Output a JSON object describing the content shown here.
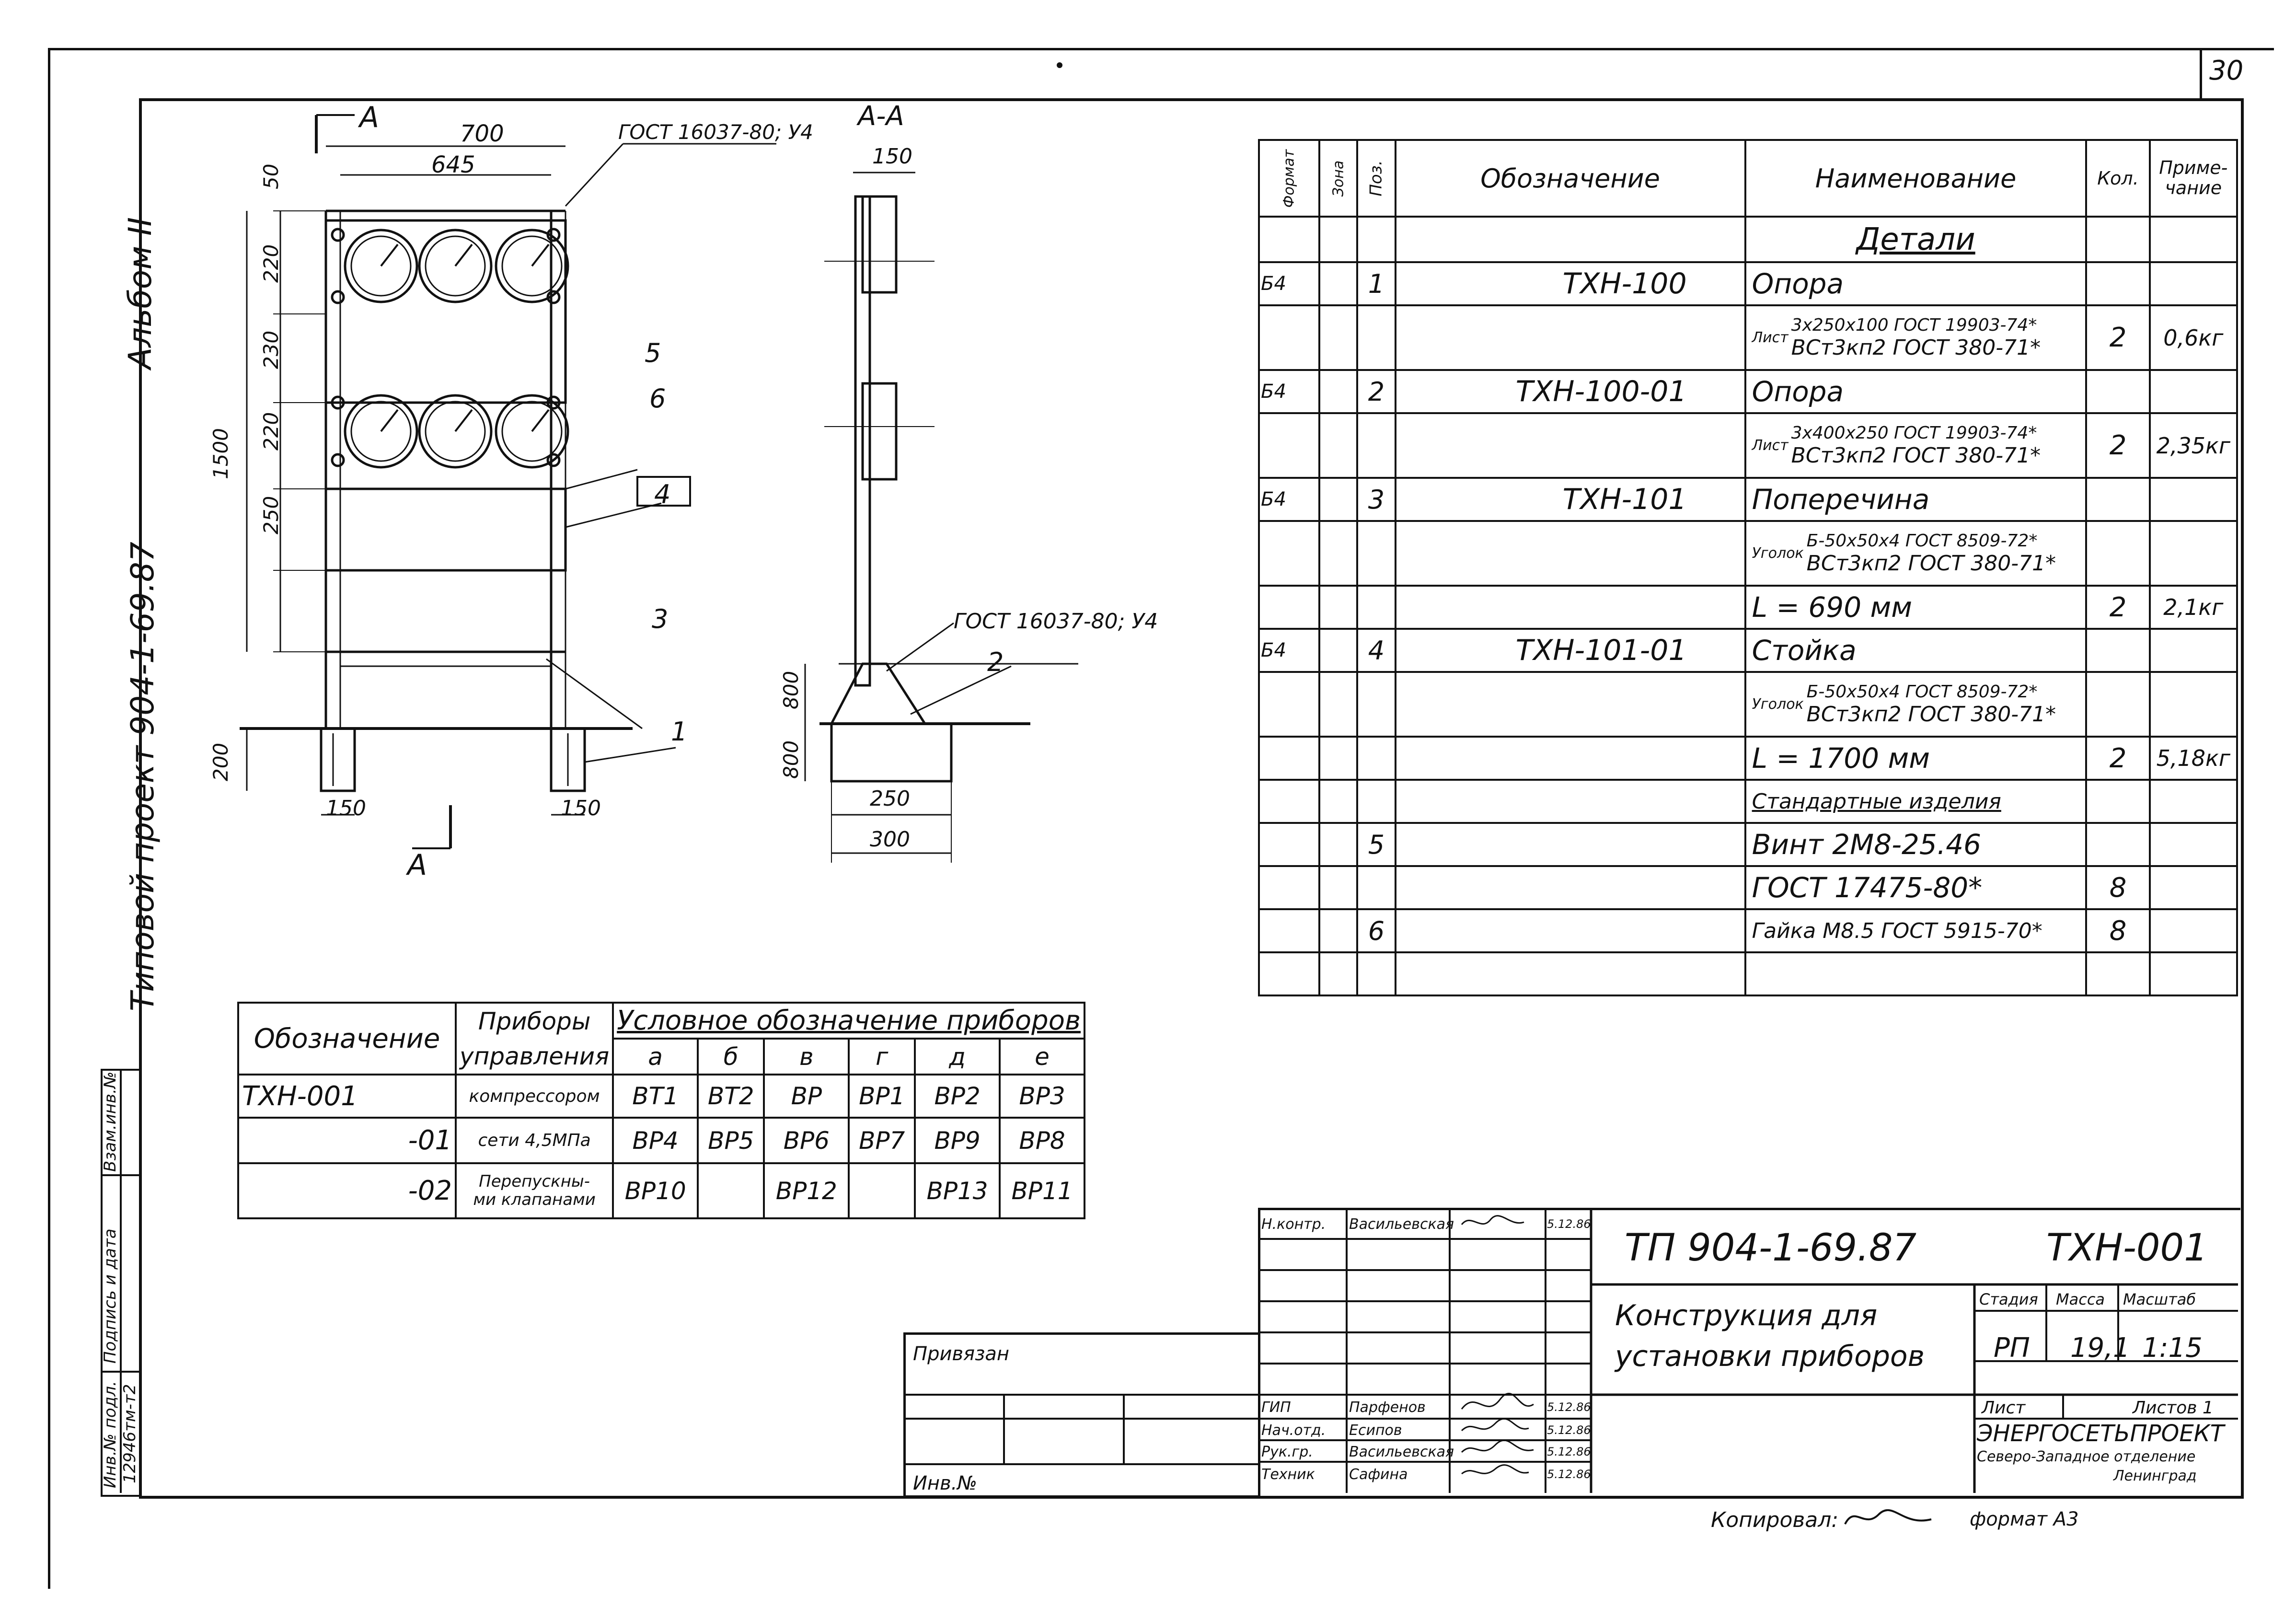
{
  "sheet": {
    "page_number": "30",
    "album": "Альбом II",
    "project": "Типовой проект  904-1-69.87"
  },
  "left_strip": {
    "inv_podl_label": "Инв.№ подл.",
    "inv_podl_value": "12946тм-т2",
    "podpis_label": "Подпись и дата",
    "vzam_label": "Взам.инв.№"
  },
  "front_view": {
    "section_mark": "А",
    "dims": {
      "top_width": "700",
      "inner_width": "645",
      "d50": "50",
      "d220a": "220",
      "d230": "230",
      "d220b": "220",
      "d250": "250",
      "d1500": "1500",
      "d200": "200",
      "foot_left": "150",
      "foot_right": "150"
    },
    "weld_note": "ГОСТ 16037-80; У4",
    "callouts": [
      "5",
      "6",
      "4",
      "3",
      "1"
    ]
  },
  "side_view": {
    "title": "А-А",
    "dim_top": "150",
    "weld_note": "ГОСТ 16037-80; У4",
    "callout": "2",
    "d800a": "800",
    "d800b": "800",
    "d250": "250",
    "d300": "300"
  },
  "conditional_table": {
    "col1": "Обозначение",
    "col2a": "Приборы",
    "col2b": "управления",
    "group_header": "Условное обозначение приборов",
    "letters": [
      "а",
      "б",
      "в",
      "г",
      "д",
      "е"
    ],
    "rows": [
      {
        "code": "ТХН-001",
        "device": "компрессором",
        "vals": [
          "ВТ1",
          "ВТ2",
          "ВР",
          "ВР1",
          "ВР2",
          "ВР3"
        ]
      },
      {
        "code": "-01",
        "device": "сети 4,5МПа",
        "vals": [
          "ВР4",
          "ВР5",
          "ВР6",
          "ВР7",
          "ВР9",
          "ВР8"
        ]
      },
      {
        "code": "-02",
        "device": "Перепускны-ми клапанами",
        "device_a": "Перепускны-",
        "device_b": "ми клапанами",
        "vals": [
          "ВР10",
          "",
          "ВР12",
          "",
          "ВР13",
          "ВР11"
        ]
      }
    ]
  },
  "spec_table": {
    "headers": {
      "format": "Формат",
      "zone": "Зона",
      "pos": "Поз.",
      "designation": "Обозначение",
      "name": "Наименование",
      "qty": "Кол.",
      "note_a": "Приме-",
      "note_b": "чание"
    },
    "section_details": "Детали",
    "section_standard": "Стандартные изделия",
    "rows": [
      {
        "fmt": "Б4",
        "pos": "1",
        "des": "ТХН-100",
        "name": "Опора",
        "qty": "",
        "note": ""
      },
      {
        "fmt": "",
        "pos": "",
        "des": "",
        "name_prefix": "Лист",
        "name_a": "3х250х100 ГОСТ 19903-74*",
        "name_b": "ВСт3кп2 ГОСТ 380-71*",
        "qty": "2",
        "note": "0,6кг"
      },
      {
        "fmt": "Б4",
        "pos": "2",
        "des": "ТХН-100-01",
        "name": "Опора",
        "qty": "",
        "note": ""
      },
      {
        "fmt": "",
        "pos": "",
        "des": "",
        "name_prefix": "Лист",
        "name_a": "3х400х250 ГОСТ 19903-74*",
        "name_b": "ВСт3кп2 ГОСТ 380-71*",
        "qty": "2",
        "note": "2,35кг"
      },
      {
        "fmt": "Б4",
        "pos": "3",
        "des": "ТХН-101",
        "name": "Поперечина",
        "qty": "",
        "note": ""
      },
      {
        "fmt": "",
        "pos": "",
        "des": "",
        "name_prefix": "Уголок",
        "name_a": "Б-50х50х4 ГОСТ 8509-72*",
        "name_b": "ВСт3кп2 ГОСТ 380-71*",
        "qty": "",
        "note": ""
      },
      {
        "fmt": "",
        "pos": "",
        "des": "",
        "name": "L = 690 мм",
        "qty": "2",
        "note": "2,1кг"
      },
      {
        "fmt": "Б4",
        "pos": "4",
        "des": "ТХН-101-01",
        "name": "Стойка",
        "qty": "",
        "note": ""
      },
      {
        "fmt": "",
        "pos": "",
        "des": "",
        "name_prefix": "Уголок",
        "name_a": "Б-50х50х4 ГОСТ 8509-72*",
        "name_b": "ВСт3кп2 ГОСТ 380-71*",
        "qty": "",
        "note": ""
      },
      {
        "fmt": "",
        "pos": "",
        "des": "",
        "name": "L = 1700 мм",
        "qty": "2",
        "note": "5,18кг"
      },
      {
        "fmt": "",
        "pos": "",
        "des": "",
        "name": "Стандартные изделия",
        "qty": "",
        "note": "",
        "underline": true
      },
      {
        "fmt": "",
        "pos": "5",
        "des": "",
        "name": "Винт 2М8-25.46",
        "qty": "",
        "note": ""
      },
      {
        "fmt": "",
        "pos": "",
        "des": "",
        "name": "ГОСТ 17475-80*",
        "qty": "8",
        "note": ""
      },
      {
        "fmt": "",
        "pos": "6",
        "des": "",
        "name": "Гайка М8.5 ГОСТ 5915-70*",
        "qty": "8",
        "note": ""
      }
    ]
  },
  "title_block": {
    "doc_code": "ТП  904-1-69.87",
    "drawing_code": "ТХН-001",
    "title_a": "Конструкция для",
    "title_b": "установки приборов",
    "stage_label": "Стадия",
    "mass_label": "Масса",
    "scale_label": "Масштаб",
    "stage": "РП",
    "mass": "19,1",
    "scale": "1:15",
    "sheet_label": "Лист",
    "sheets_label": "Листов 1",
    "org_a": "ЭНЕРГОСЕТЬПРОЕКТ",
    "org_b": "Северо-Западное отделение",
    "org_c": "Ленинград",
    "privyazan": "Привязан",
    "inv_no": "Инв.№",
    "signatures": [
      {
        "role": "Н.контр.",
        "name": "Васильевская",
        "date": "5.12.86"
      },
      {
        "role": "ГИП",
        "name": "Парфенов",
        "date": "5.12.86"
      },
      {
        "role": "Нач.отд.",
        "name": "Есипов",
        "date": "5.12.86"
      },
      {
        "role": "Рук.гр.",
        "name": "Васильевская",
        "date": "5.12.86"
      },
      {
        "role": "Техник",
        "name": "Сафина",
        "date": "5.12.86"
      }
    ],
    "copied": "Копировал:",
    "format": "формат А3"
  }
}
